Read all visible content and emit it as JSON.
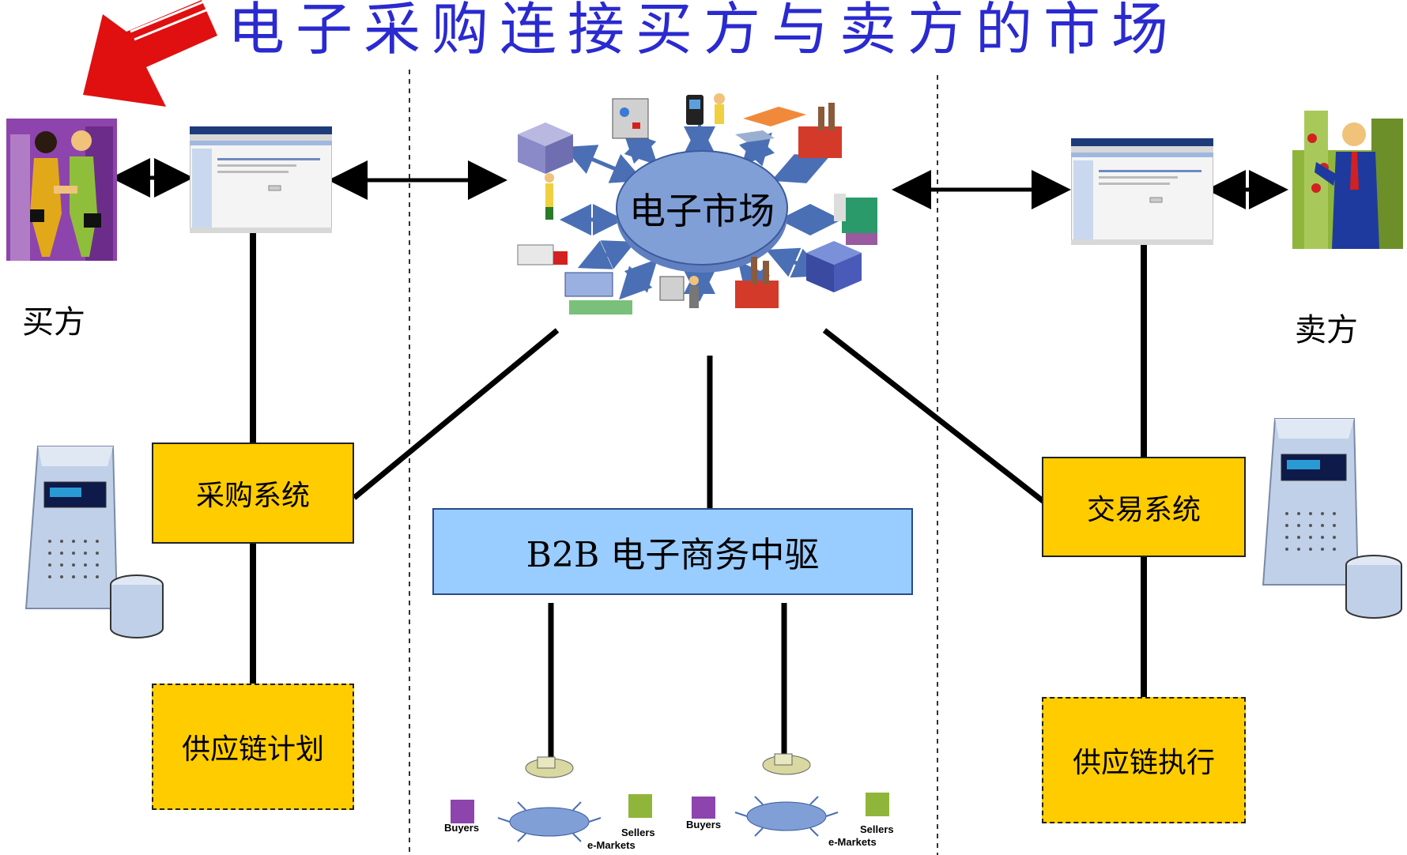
{
  "title": "电子采购连接买方与卖方的市场",
  "buyer_label": "买方",
  "seller_label": "卖方",
  "emarket_label": "电子市场",
  "procurement_box": "采购系统",
  "trading_box": "交易系统",
  "supply_plan_box": "供应链计划",
  "supply_exec_box": "供应链执行",
  "hub_box": "B2B 电子商务中驱",
  "sub_networks": [
    {
      "buyers": "Buyers",
      "sellers": "Sellers",
      "emarkets": "e-Markets"
    },
    {
      "buyers": "Buyers",
      "sellers": "Sellers",
      "emarkets": "e-Markets"
    }
  ],
  "colors": {
    "title": "#2a2ad0",
    "yellow_box": "#ffcc00",
    "hub": "#99ccff",
    "ellipse": "#7f9fd6",
    "arrow_red": "#e01010",
    "spoke_arrow": "#4a6fb5"
  }
}
